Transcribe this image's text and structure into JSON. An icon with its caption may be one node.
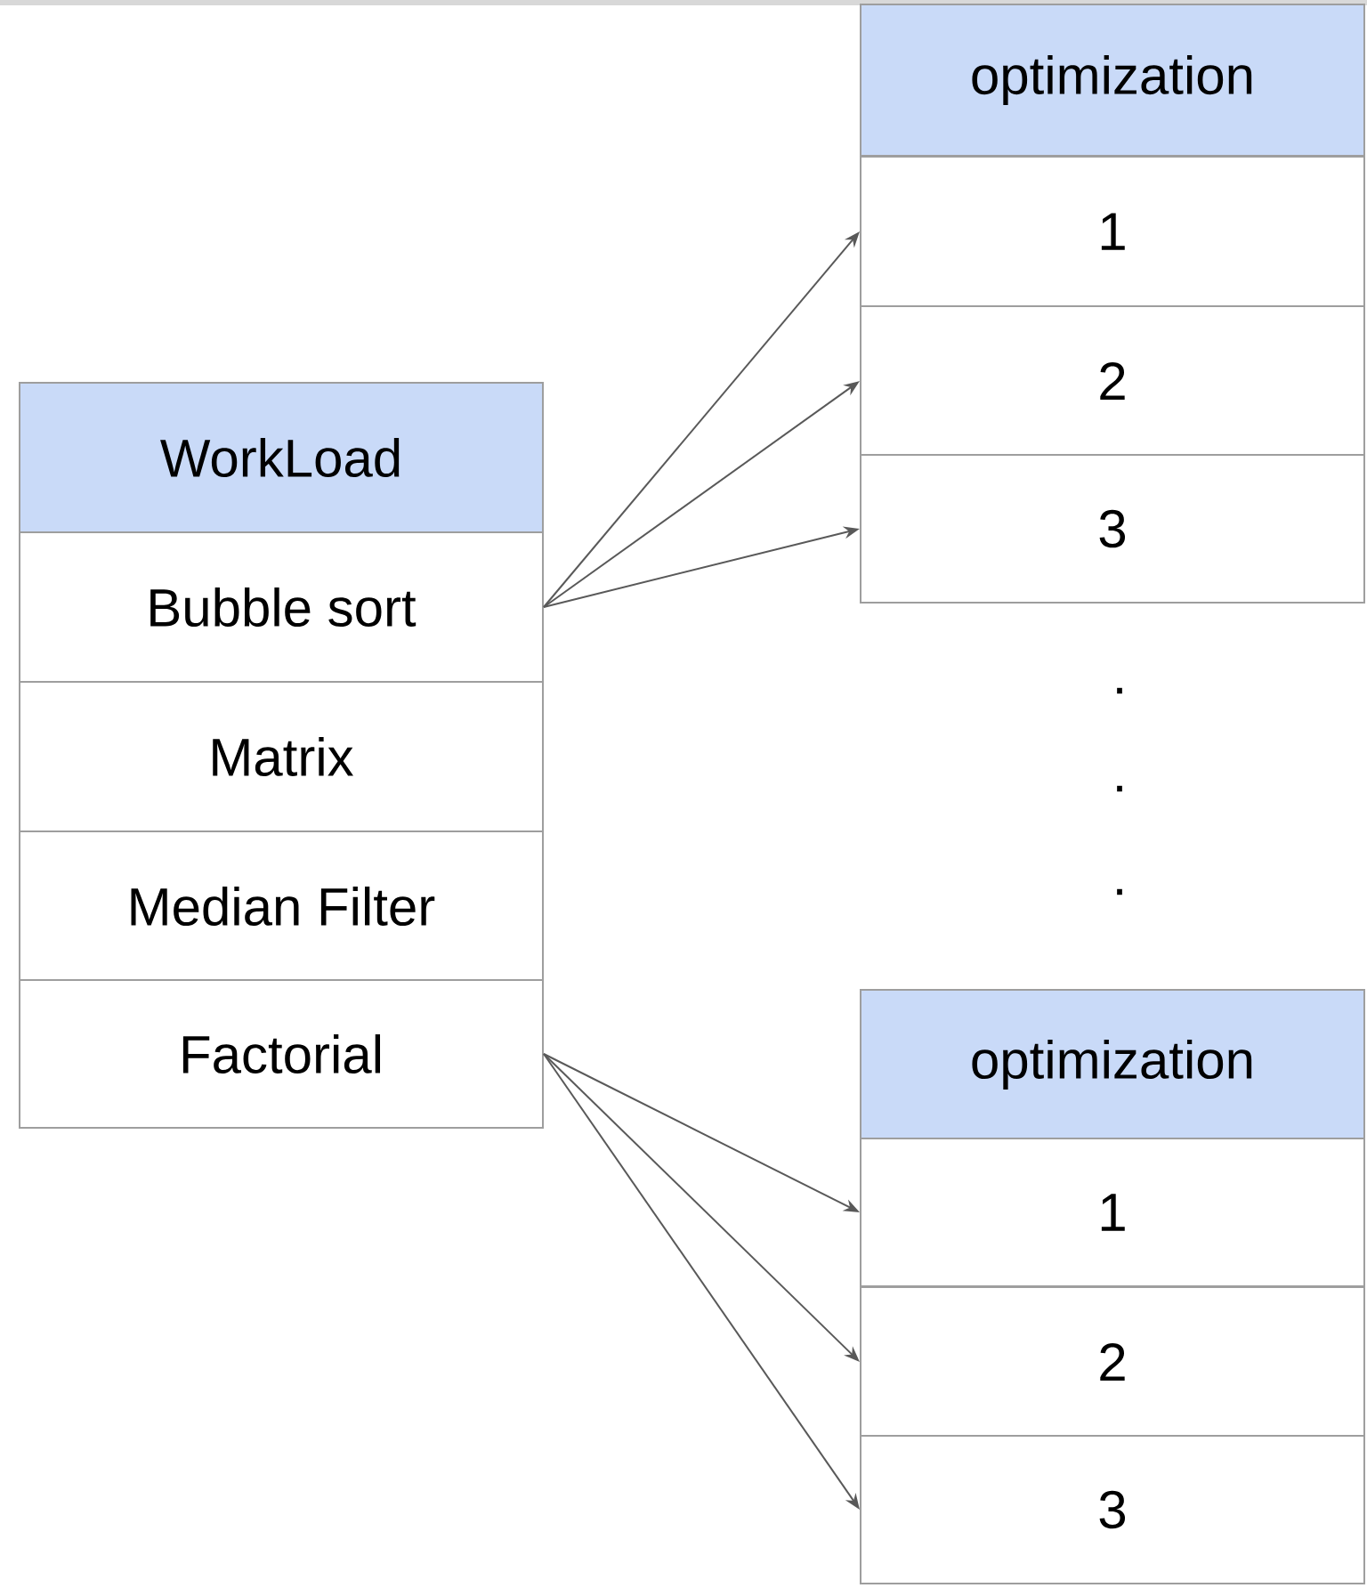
{
  "diagram": {
    "nodes": [
      {
        "text": [
          "WorkLoad"
        ]
      },
      {
        "text": [
          "Bubble sort"
        ]
      },
      {
        "text": [
          "Matrix"
        ]
      },
      {
        "text": [
          "Median Filter"
        ]
      },
      {
        "text": [
          "Factorial"
        ]
      },
      {
        "text": [
          "optimization"
        ]
      },
      {
        "text": [
          "1"
        ]
      },
      {
        "text": [
          "2"
        ]
      },
      {
        "text": [
          "3"
        ]
      },
      {
        "text": [
          "optimization"
        ]
      },
      {
        "text": [
          "1"
        ]
      },
      {
        "text": [
          "2"
        ]
      },
      {
        "text": [
          "3"
        ]
      }
    ],
    "edges": [
      {
        "from": 1,
        "to": 6,
        "arrow": "to"
      },
      {
        "from": 1,
        "to": 7,
        "arrow": "to"
      },
      {
        "from": 1,
        "to": 8,
        "arrow": "to"
      },
      {
        "from": 4,
        "to": 10,
        "arrow": "to"
      },
      {
        "from": 4,
        "to": 11,
        "arrow": "to"
      },
      {
        "from": 4,
        "to": 12,
        "arrow": "to"
      }
    ],
    "labels": [
      ".",
      ".",
      "."
    ]
  }
}
